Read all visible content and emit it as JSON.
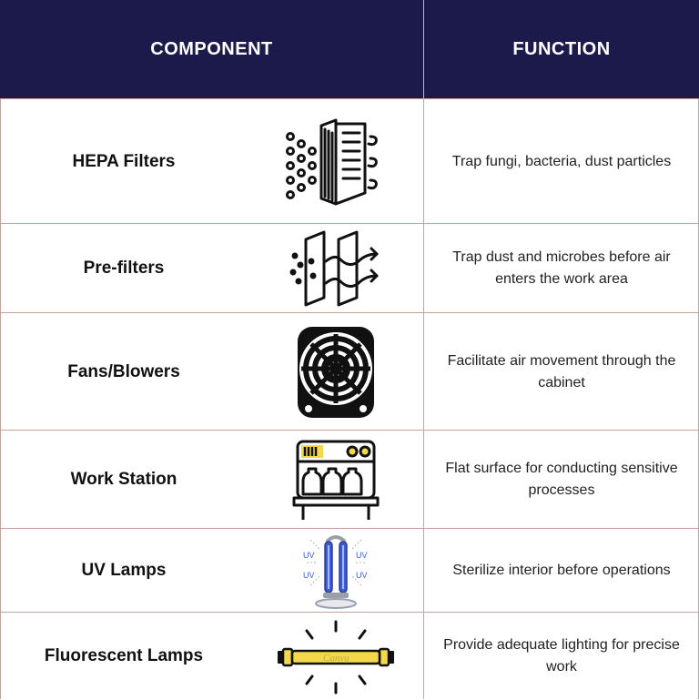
{
  "header": {
    "component_label": "COMPONENT",
    "function_label": "FUNCTION"
  },
  "colors": {
    "header_bg": "#1b1a4b",
    "grid_line": "#c9a39b",
    "uv_blue": "#3b5bdb",
    "lamp_yellow": "#f2d84b"
  },
  "rows": [
    {
      "component": "HEPA Filters",
      "icon": "hepa-filter-icon",
      "function": "Trap fungi, bacteria, dust particles"
    },
    {
      "component": "Pre-filters",
      "icon": "pre-filter-icon",
      "function": "Trap dust and microbes before air enters the work area"
    },
    {
      "component": "Fans/Blowers",
      "icon": "fan-icon",
      "function": "Facilitate air movement through the cabinet"
    },
    {
      "component": "Work Station",
      "icon": "work-station-icon",
      "function": "Flat surface for conducting sensitive processes"
    },
    {
      "component": "UV Lamps",
      "icon": "uv-lamp-icon",
      "function": "Sterilize interior before operations"
    },
    {
      "component": "Fluorescent Lamps",
      "icon": "fluorescent-lamp-icon",
      "function": "Provide adequate lighting for precise work"
    }
  ],
  "icon_text": {
    "uv": "UV",
    "watermark": "Canva"
  }
}
